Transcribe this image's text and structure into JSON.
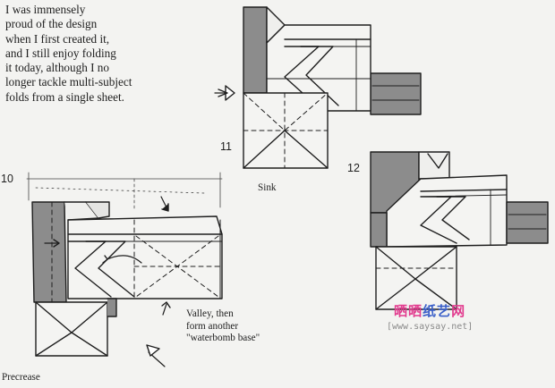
{
  "intro": {
    "lines": [
      "I was immensely",
      "proud of the design",
      "when I first created it,",
      "and I still enjoy folding",
      "it today, although I no",
      "longer tackle multi-subject",
      "folds from a single sheet."
    ]
  },
  "steps": {
    "step10": {
      "number": "10",
      "caption_lines": [
        "Valley, then",
        "form another",
        "\"waterbomb base\""
      ],
      "bottom_label": "Precrease"
    },
    "step11": {
      "number": "11",
      "caption": "Sink"
    },
    "step12": {
      "number": "12"
    }
  },
  "watermark": {
    "chinese": "晒晒纸艺网",
    "url": "[www.saysay.net]",
    "colors": {
      "pink": "#e23c8f",
      "blue": "#3a5fc8"
    }
  },
  "colors": {
    "paper": "#f3f3f1",
    "ink": "#1e1e1e",
    "shade": "#8c8c8c"
  }
}
